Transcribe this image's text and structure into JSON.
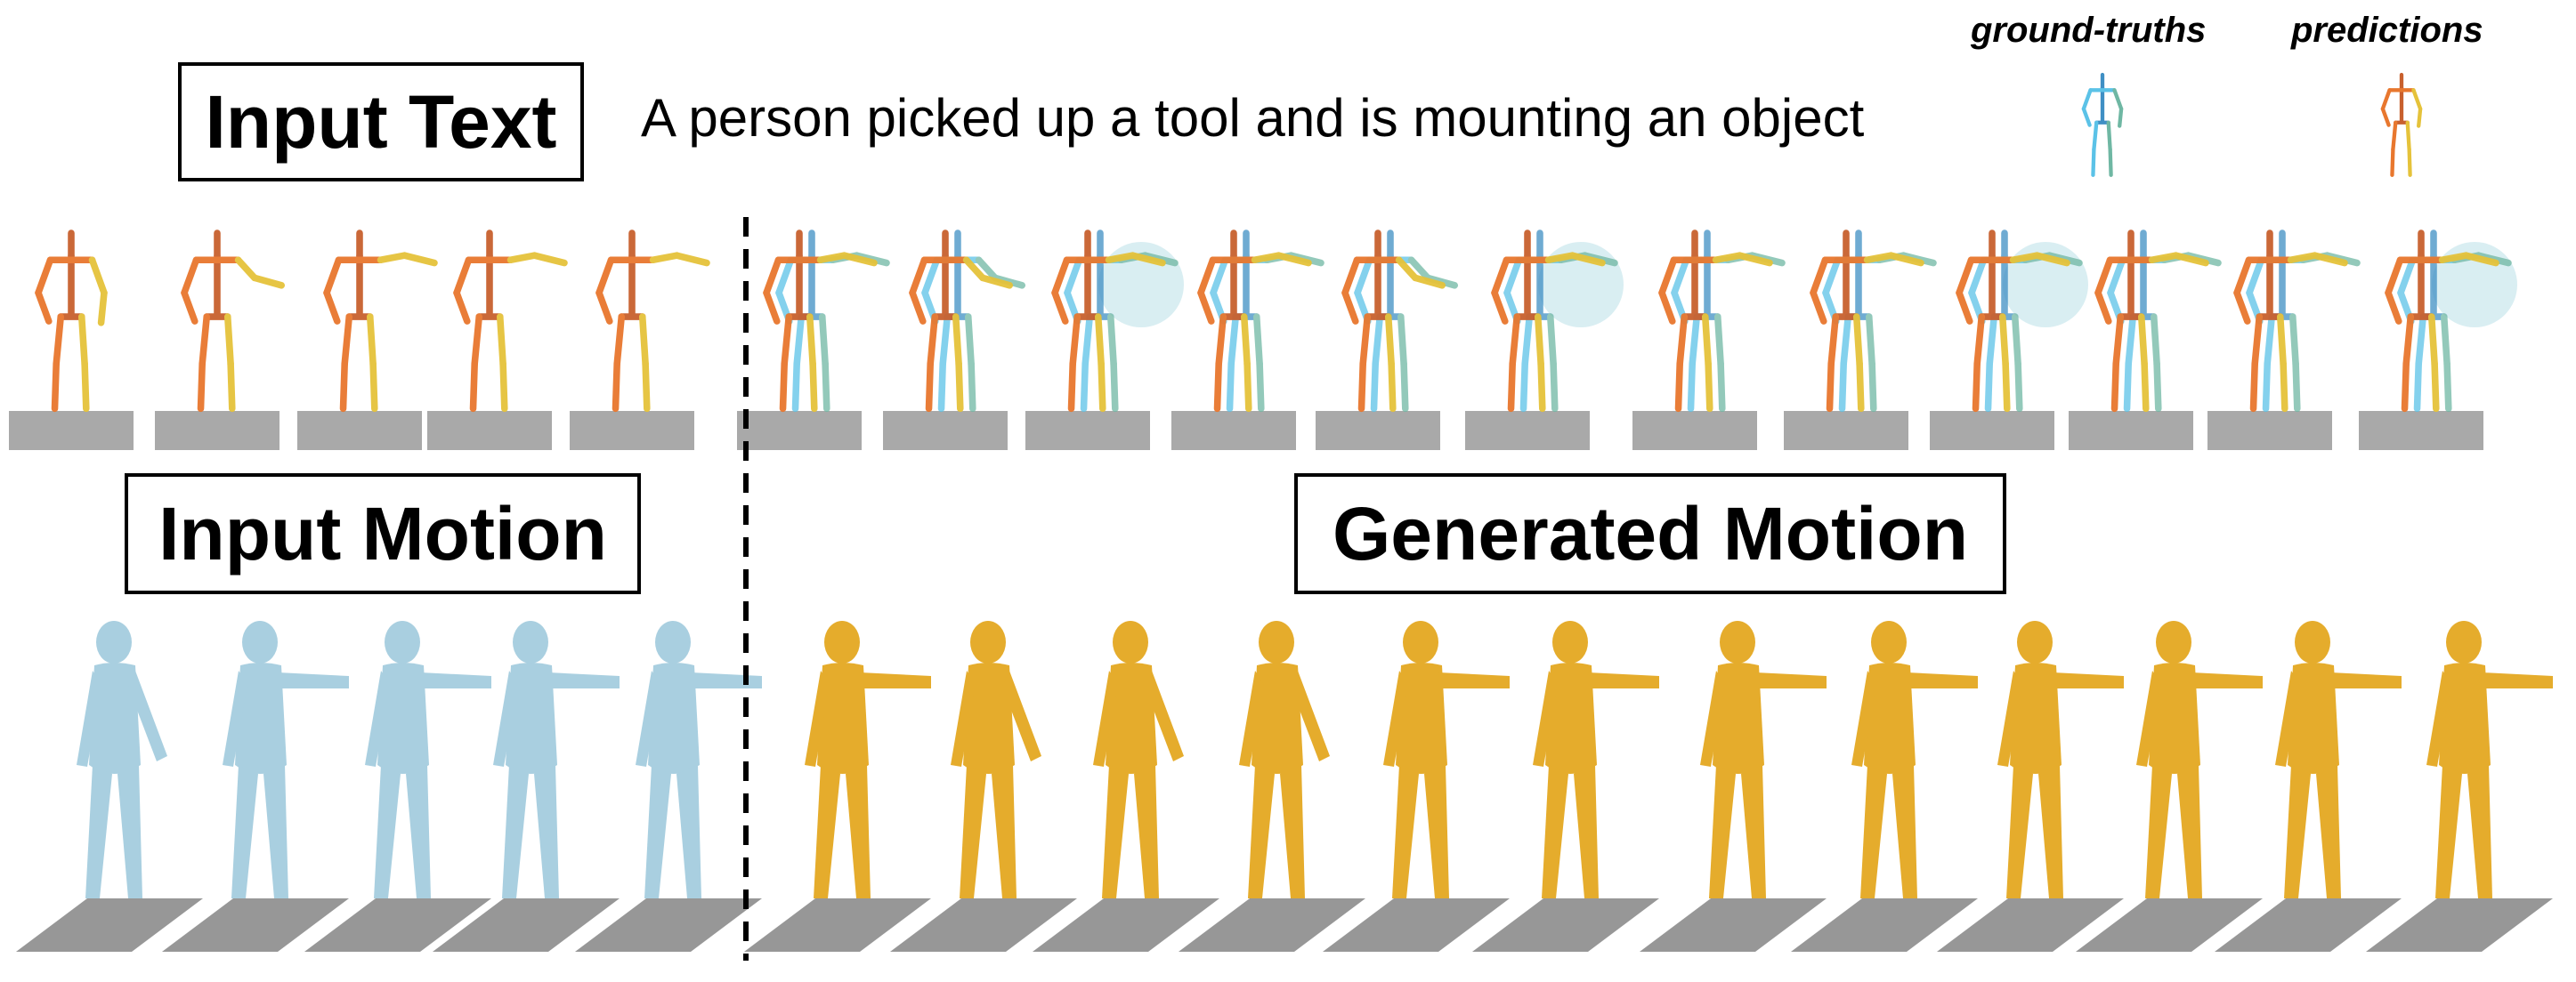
{
  "input_text_label": "Input Text",
  "prompt": "A person picked up a tool and is mounting an object",
  "legend": {
    "ground_truths": "ground-truths",
    "predictions": "predictions"
  },
  "input_motion_label": "Input Motion",
  "generated_motion_label": "Generated Motion",
  "colors": {
    "gt_skeleton": "#5bc2e7",
    "pred_skeleton": "#e8772e",
    "input_body": "#a9cfe0",
    "generated_body": "#e5ac2c",
    "floor": "#8c8c8c"
  }
}
